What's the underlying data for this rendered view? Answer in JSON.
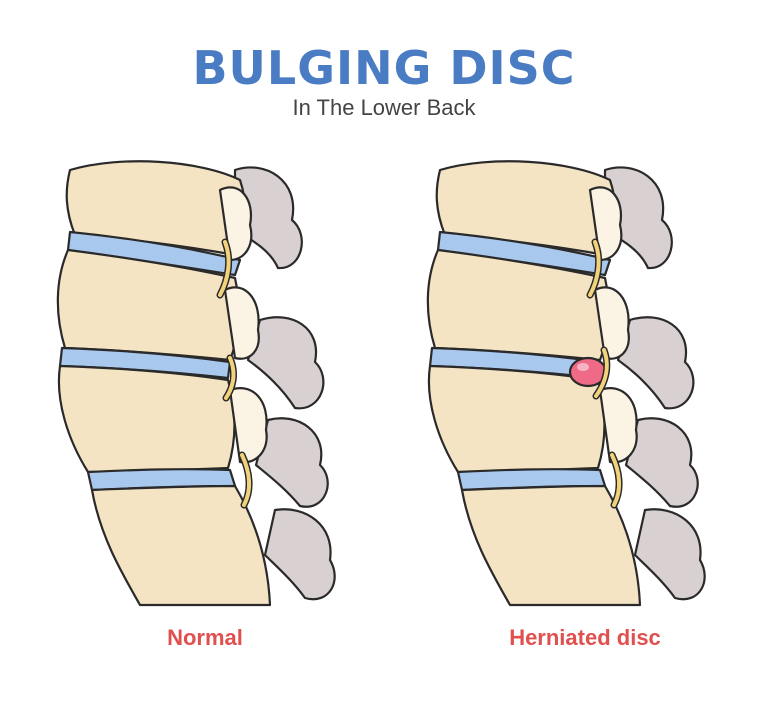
{
  "header": {
    "title": "BULGING DISC",
    "subtitle": "In The Lower Back"
  },
  "panels": [
    {
      "label": "Normal"
    },
    {
      "label": "Herniated disc"
    }
  ],
  "colors": {
    "title": "#4a7cc4",
    "subtitle": "#444444",
    "label": "#e0504f",
    "bone": "#f4e4c4",
    "bone_light": "#fbf3e3",
    "disc": "#a9c8ee",
    "disc_edge": "#5a86c8",
    "nerve": "#f2d27a",
    "shadow": "#d9d1d1",
    "herniation": "#ef6a86",
    "outline": "#2a2a2a"
  }
}
